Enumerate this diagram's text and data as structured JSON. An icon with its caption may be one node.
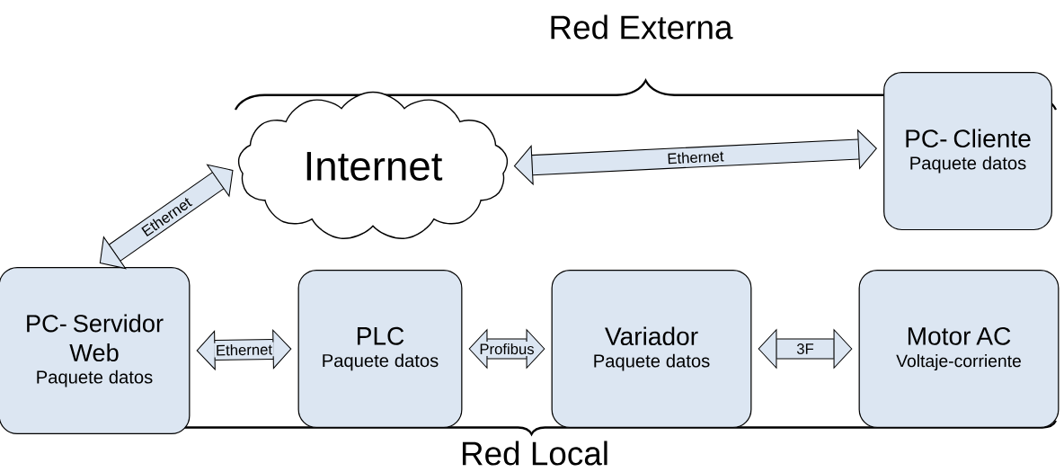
{
  "diagram": {
    "nodes": [
      {
        "text": [
          "Internet"
        ]
      },
      {
        "text": [
          "PC- Cliente",
          "Paquete datos"
        ]
      },
      {
        "text": [
          "PC- Servidor Web",
          "Paquete datos"
        ]
      },
      {
        "text": [
          "PLC",
          "Paquete datos"
        ]
      },
      {
        "text": [
          "Variador",
          "Paquete datos"
        ]
      },
      {
        "text": [
          "Motor AC",
          "Voltaje-corriente"
        ]
      }
    ],
    "edges": [
      {
        "from": 2,
        "to": 0,
        "arrow": "both",
        "label": "Ethernet"
      },
      {
        "from": 0,
        "to": 1,
        "arrow": "both",
        "label": "Ethernet"
      },
      {
        "from": 2,
        "to": 3,
        "arrow": "both",
        "label": "Ethernet"
      },
      {
        "from": 3,
        "to": 4,
        "arrow": "both",
        "label": "Profibus"
      },
      {
        "from": 4,
        "to": 5,
        "arrow": "both",
        "label": "3F"
      }
    ],
    "labels": [
      "Red Externa",
      "Red Local"
    ]
  }
}
